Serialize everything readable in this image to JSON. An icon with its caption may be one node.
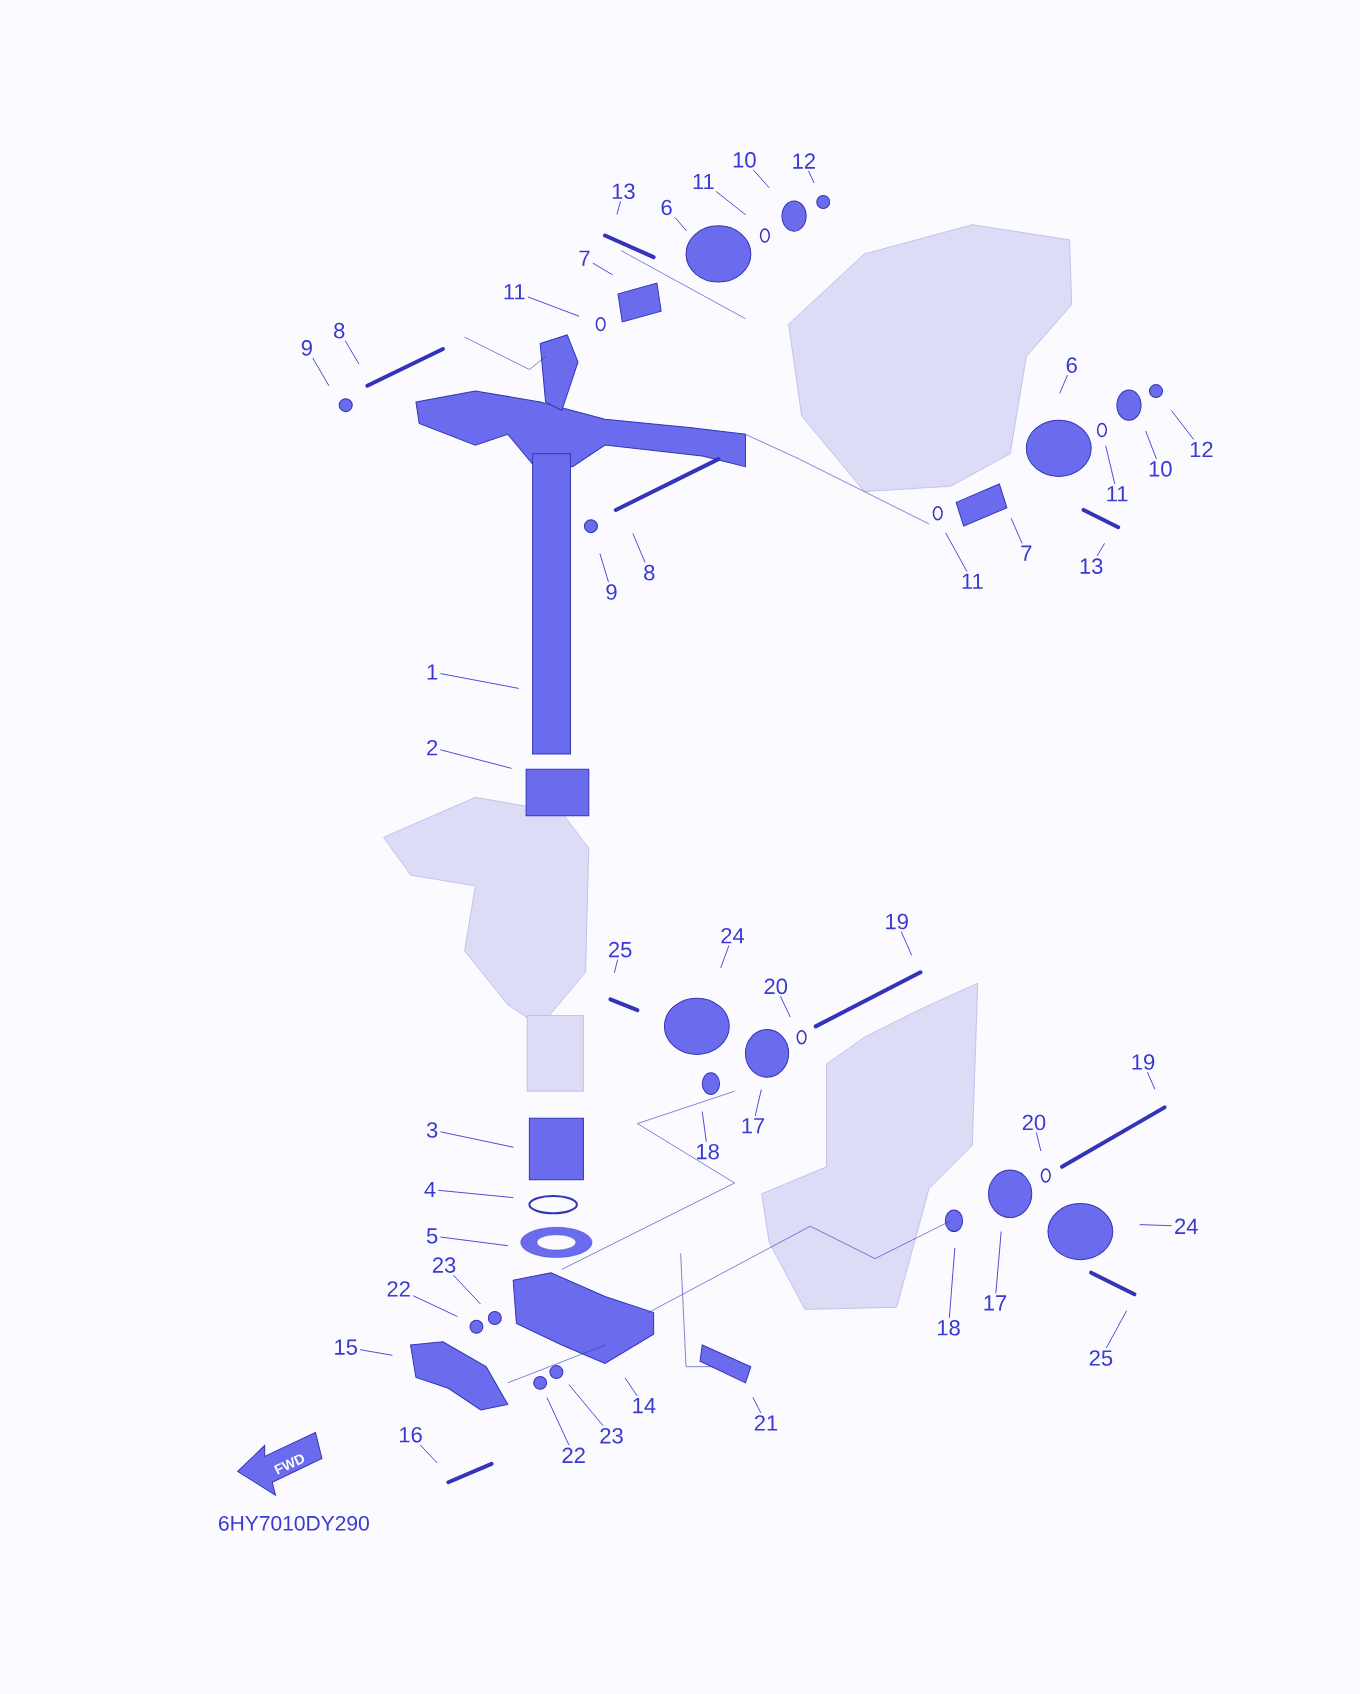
{
  "diagram": {
    "nodes": [
      {
        "text": [
          "1"
        ]
      },
      {
        "text": [
          "2"
        ]
      },
      {
        "text": [
          "3"
        ]
      },
      {
        "text": [
          "4"
        ]
      },
      {
        "text": [
          "5"
        ]
      },
      {
        "text": [
          "6"
        ]
      },
      {
        "text": [
          "7"
        ]
      },
      {
        "text": [
          "8"
        ]
      },
      {
        "text": [
          "9"
        ]
      },
      {
        "text": [
          "10"
        ]
      },
      {
        "text": [
          "11"
        ]
      },
      {
        "text": [
          "12"
        ]
      },
      {
        "text": [
          "13"
        ]
      },
      {
        "text": [
          "11"
        ]
      },
      {
        "text": [
          "6"
        ]
      },
      {
        "text": [
          "12"
        ]
      },
      {
        "text": [
          "10"
        ]
      },
      {
        "text": [
          "11"
        ]
      },
      {
        "text": [
          "7"
        ]
      },
      {
        "text": [
          "11"
        ]
      },
      {
        "text": [
          "13"
        ]
      },
      {
        "text": [
          "8"
        ]
      },
      {
        "text": [
          "9"
        ]
      },
      {
        "text": [
          "24"
        ]
      },
      {
        "text": [
          "25"
        ]
      },
      {
        "text": [
          "19"
        ]
      },
      {
        "text": [
          "20"
        ]
      },
      {
        "text": [
          "17"
        ]
      },
      {
        "text": [
          "18"
        ]
      },
      {
        "text": [
          "19"
        ]
      },
      {
        "text": [
          "20"
        ]
      },
      {
        "text": [
          "24"
        ]
      },
      {
        "text": [
          "17"
        ]
      },
      {
        "text": [
          "18"
        ]
      },
      {
        "text": [
          "25"
        ]
      },
      {
        "text": [
          "23"
        ]
      },
      {
        "text": [
          "22"
        ]
      },
      {
        "text": [
          "15"
        ]
      },
      {
        "text": [
          "14"
        ]
      },
      {
        "text": [
          "23"
        ]
      },
      {
        "text": [
          "22"
        ]
      },
      {
        "text": [
          "21"
        ]
      },
      {
        "text": [
          "16"
        ]
      }
    ],
    "edges": [
      {
        "from": 0,
        "to": null,
        "arrow": "none"
      },
      {
        "from": 1,
        "to": null,
        "arrow": "none"
      },
      {
        "from": 2,
        "to": null,
        "arrow": "none"
      },
      {
        "from": 3,
        "to": null,
        "arrow": "none"
      },
      {
        "from": 4,
        "to": null,
        "arrow": "none"
      },
      {
        "from": 5,
        "to": null,
        "arrow": "none"
      },
      {
        "from": 6,
        "to": null,
        "arrow": "none"
      },
      {
        "from": 7,
        "to": null,
        "arrow": "none"
      },
      {
        "from": 8,
        "to": null,
        "arrow": "none"
      },
      {
        "from": 9,
        "to": null,
        "arrow": "none"
      },
      {
        "from": 10,
        "to": null,
        "arrow": "none"
      },
      {
        "from": 11,
        "to": null,
        "arrow": "none"
      },
      {
        "from": 12,
        "to": null,
        "arrow": "none"
      },
      {
        "from": 13,
        "to": null,
        "arrow": "none"
      },
      {
        "from": 14,
        "to": null,
        "arrow": "none"
      },
      {
        "from": 15,
        "to": null,
        "arrow": "none"
      },
      {
        "from": 16,
        "to": null,
        "arrow": "none"
      },
      {
        "from": 17,
        "to": null,
        "arrow": "none"
      },
      {
        "from": 18,
        "to": null,
        "arrow": "none"
      },
      {
        "from": 19,
        "to": null,
        "arrow": "none"
      },
      {
        "from": 20,
        "to": null,
        "arrow": "none"
      },
      {
        "from": 21,
        "to": null,
        "arrow": "none"
      },
      {
        "from": 22,
        "to": null,
        "arrow": "none"
      },
      {
        "from": 23,
        "to": null,
        "arrow": "none"
      },
      {
        "from": 24,
        "to": null,
        "arrow": "none"
      },
      {
        "from": 25,
        "to": null,
        "arrow": "none"
      },
      {
        "from": 26,
        "to": null,
        "arrow": "none"
      },
      {
        "from": 27,
        "to": null,
        "arrow": "none"
      },
      {
        "from": 28,
        "to": null,
        "arrow": "none"
      },
      {
        "from": 29,
        "to": null,
        "arrow": "none"
      },
      {
        "from": 30,
        "to": null,
        "arrow": "none"
      },
      {
        "from": 31,
        "to": null,
        "arrow": "none"
      },
      {
        "from": 32,
        "to": null,
        "arrow": "none"
      },
      {
        "from": 33,
        "to": null,
        "arrow": "none"
      },
      {
        "from": 34,
        "to": null,
        "arrow": "none"
      },
      {
        "from": 35,
        "to": null,
        "arrow": "none"
      },
      {
        "from": 36,
        "to": null,
        "arrow": "none"
      },
      {
        "from": 37,
        "to": null,
        "arrow": "none"
      },
      {
        "from": 38,
        "to": null,
        "arrow": "none"
      },
      {
        "from": 39,
        "to": null,
        "arrow": "none"
      },
      {
        "from": 40,
        "to": null,
        "arrow": "none"
      },
      {
        "from": 41,
        "to": null,
        "arrow": "none"
      },
      {
        "from": 42,
        "to": null,
        "arrow": "none"
      }
    ],
    "labels": [
      "FWD",
      "6HY7010DY290"
    ]
  }
}
